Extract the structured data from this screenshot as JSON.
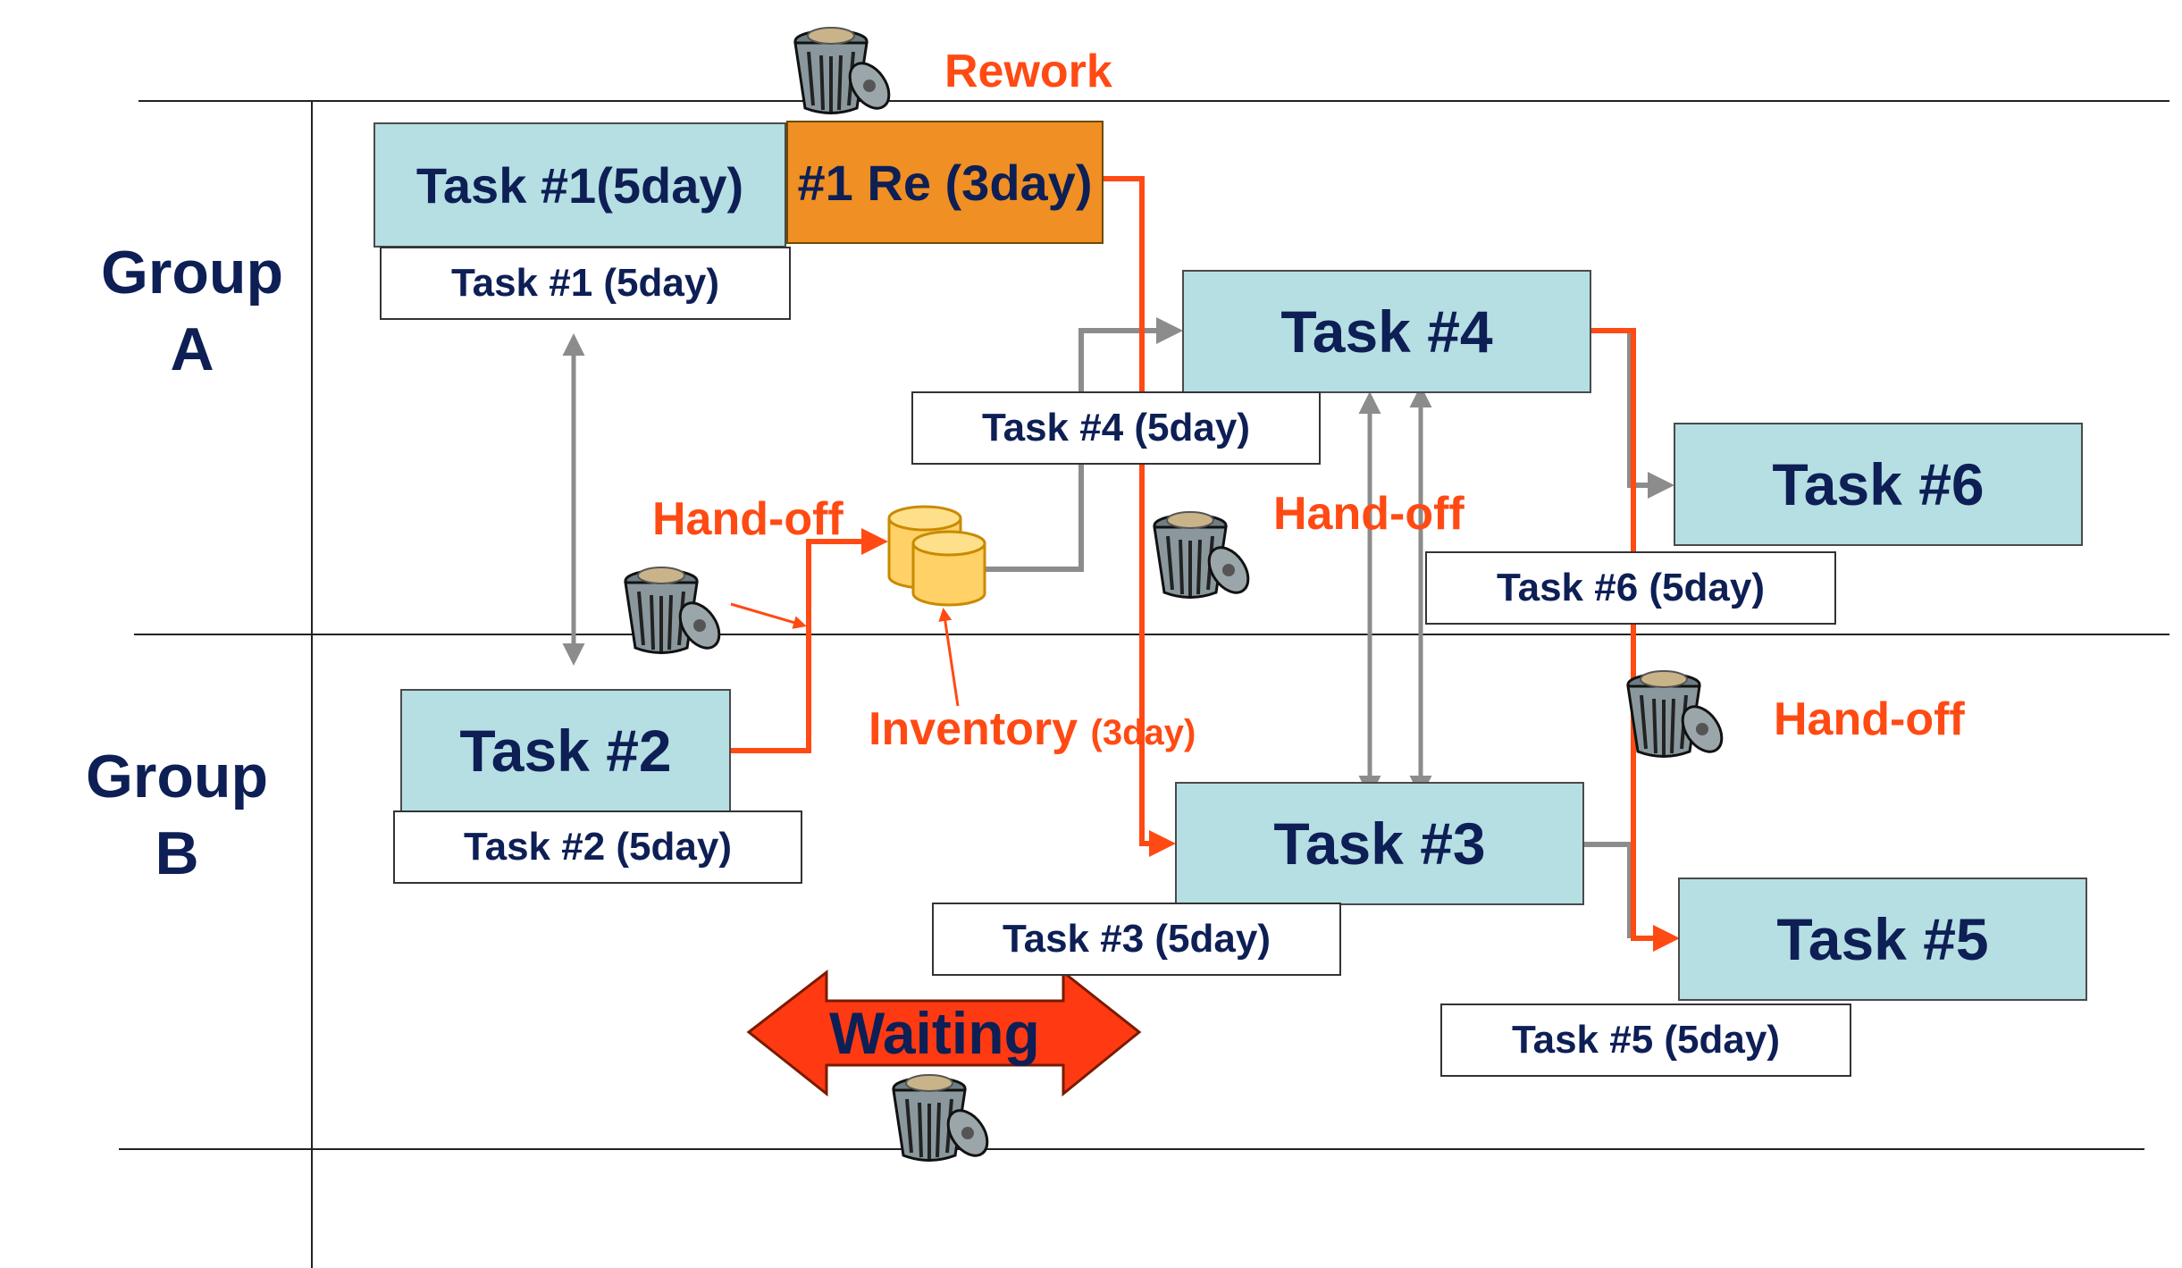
{
  "colors": {
    "task_fill": "#b5dfe3",
    "rework_fill": "#ef8f24",
    "text_navy": "#0d1f55",
    "accent_red": "#ff4a14",
    "connector_gray": "#8c8c8c",
    "inventory_yellow": "#ffd166"
  },
  "groups": {
    "a_line1": "Group",
    "a_line2": "A",
    "b_line1": "Group",
    "b_line2": "B"
  },
  "tasks": {
    "t1": "Task #1(5day)",
    "t1_rework": "#1 Re (3day)",
    "t2": "Task #2",
    "t3": "Task #3",
    "t4": "Task #4",
    "t5": "Task #5",
    "t6": "Task #6"
  },
  "durations": {
    "t1": "Task #1 (5day)",
    "t2": "Task #2 (5day)",
    "t3": "Task #3 (5day)",
    "t4": "Task #4 (5day)",
    "t5": "Task #5 (5day)",
    "t6": "Task #6 (5day)"
  },
  "annotations": {
    "rework": "Rework",
    "handoff_left": "Hand-off",
    "handoff_mid": "Hand-off",
    "handoff_right": "Hand-off",
    "inventory": "Inventory",
    "inventory_duration": "(3day)",
    "waiting": "Waiting"
  },
  "icons": {
    "waste": "trash-can-icon",
    "inventory": "inventory-cylinders-icon",
    "waiting": "double-arrow-icon"
  }
}
